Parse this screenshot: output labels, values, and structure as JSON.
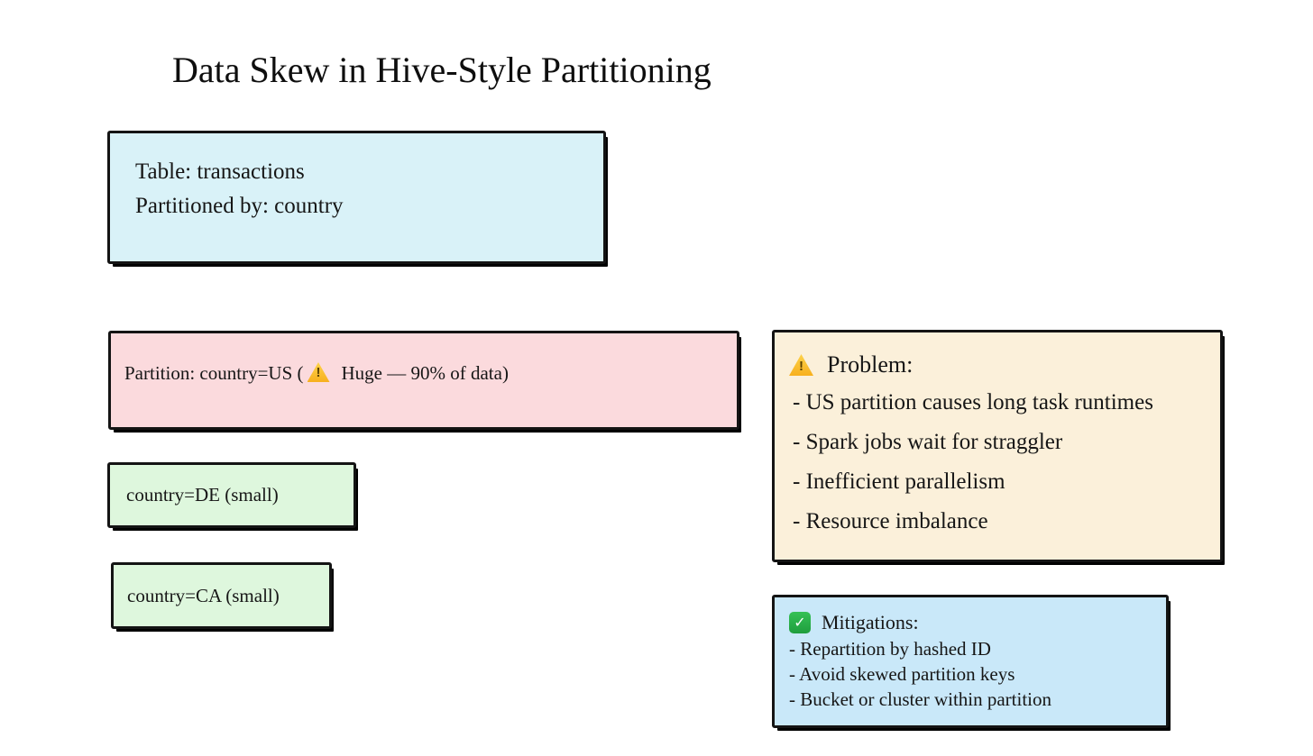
{
  "title": "Data Skew in Hive-Style Partitioning",
  "colors": {
    "table_box_bg": "#d9f2f8",
    "us_box_bg": "#fbdadd",
    "small_partition_bg": "#def7dd",
    "problem_box_bg": "#fbf0da",
    "mitigations_box_bg": "#c9e8f9",
    "border": "#141414",
    "warning_yellow": "#f9b91c",
    "check_green": "#27ab47"
  },
  "table_box": {
    "line1": "Table: transactions",
    "line2": "Partitioned by: country"
  },
  "us_box": {
    "text_before": "Partition: country=US (",
    "icon": "warning-icon",
    "text_after": "Huge — 90% of data)"
  },
  "de_box": {
    "label": "country=DE (small)"
  },
  "ca_box": {
    "label": "country=CA (small)"
  },
  "problem_box": {
    "icon": "warning-icon",
    "heading": "Problem:",
    "items": [
      "- US partition causes long task runtimes",
      "- Spark jobs wait for straggler",
      "- Inefficient parallelism",
      "- Resource imbalance"
    ]
  },
  "mitigations_box": {
    "icon": "check-icon",
    "heading": "Mitigations:",
    "items": [
      "- Repartition by hashed ID",
      "- Avoid skewed partition keys",
      "- Bucket or cluster within partition"
    ]
  }
}
